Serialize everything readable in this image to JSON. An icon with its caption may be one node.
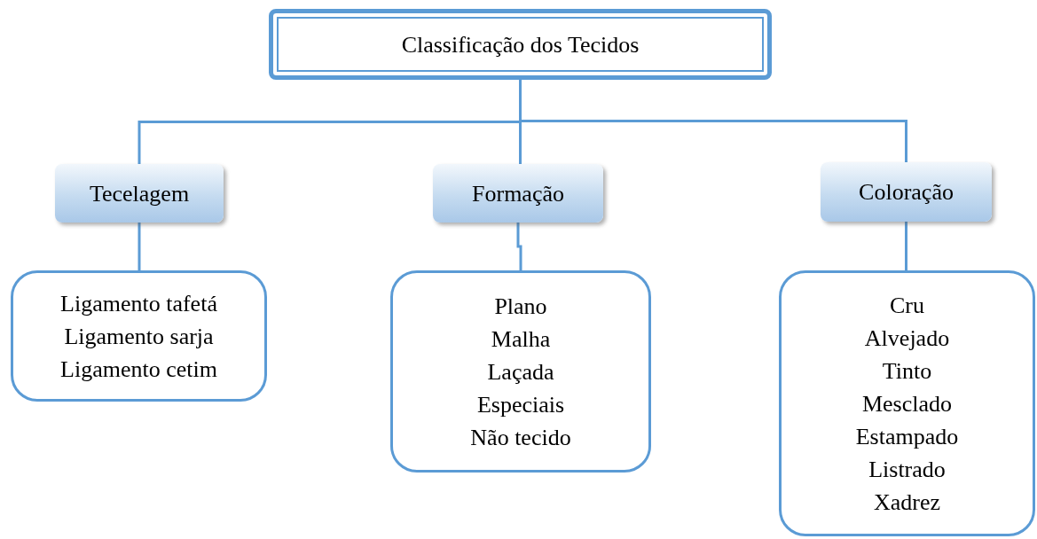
{
  "diagram": {
    "nodes": [
      {
        "text": [
          "Classificação dos Tecidos"
        ]
      },
      {
        "text": [
          "Tecelagem"
        ]
      },
      {
        "text": [
          "Formação"
        ]
      },
      {
        "text": [
          "Coloração"
        ]
      },
      {
        "text": [
          "Ligamento tafetá",
          "Ligamento sarja",
          "Ligamento cetim"
        ]
      },
      {
        "text": [
          "Plano",
          "Malha",
          "Laçada",
          "Especiais",
          "Não tecido"
        ]
      },
      {
        "text": [
          "Cru",
          "Alvejado",
          "Tinto",
          "Mesclado",
          "Estampado",
          "Listrado",
          "Xadrez"
        ]
      }
    ],
    "edges": [
      {
        "from": 0,
        "to": 1,
        "arrow": "none"
      },
      {
        "from": 0,
        "to": 2,
        "arrow": "none"
      },
      {
        "from": 0,
        "to": 3,
        "arrow": "none"
      },
      {
        "from": 1,
        "to": 4,
        "arrow": "none"
      },
      {
        "from": 2,
        "to": 5,
        "arrow": "none"
      },
      {
        "from": 3,
        "to": 6,
        "arrow": "none"
      }
    ]
  }
}
